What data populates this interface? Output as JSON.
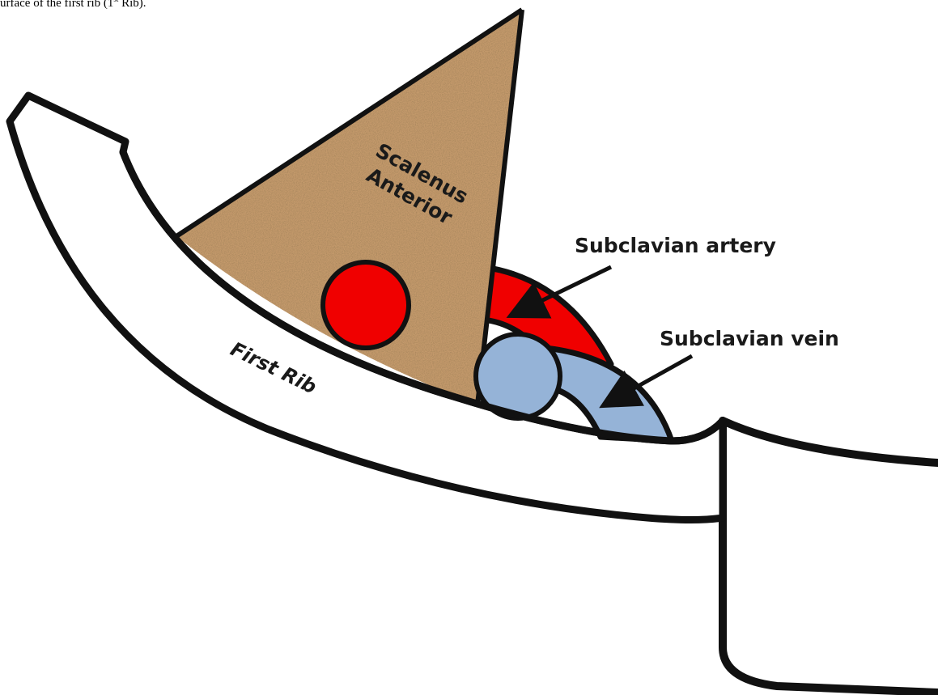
{
  "caption": {
    "text_before_sup": "urface of the first rib (1",
    "sup": "st",
    "text_after_sup": " Rib)."
  },
  "labels": {
    "scalenus_line1": "Scalenus",
    "scalenus_line2": "Anterior",
    "subclavian_artery": "Subclavian artery",
    "subclavian_vein": "Subclavian vein",
    "first_rib": "First Rib"
  },
  "colors": {
    "muscle": "#c49a6c",
    "artery": "#f00000",
    "vein": "#95b3d7",
    "outline": "#111111",
    "background": "#ffffff"
  }
}
